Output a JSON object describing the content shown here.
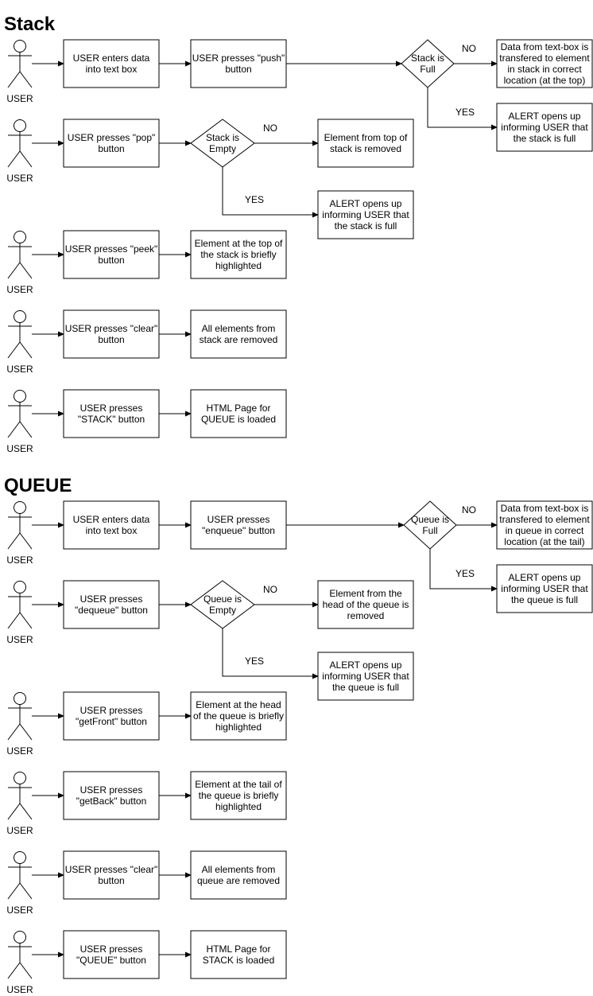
{
  "sections": [
    {
      "title": "Stack",
      "flows": [
        {
          "actor": "USER",
          "action": [
            "USER enters data",
            "into text box"
          ],
          "step": [
            "USER presses \"push\"",
            "button"
          ],
          "decision": [
            "Stack is",
            "Full"
          ],
          "no_label": "NO",
          "no_result": [
            "Data from text-box is",
            "transfered to element",
            "in stack in correct",
            "location (at the top)"
          ],
          "yes_label": "YES",
          "yes_result": [
            "ALERT opens up",
            "informing USER that",
            "the stack is full"
          ]
        },
        {
          "actor": "USER",
          "action": [
            "USER presses \"pop\"",
            "button"
          ],
          "decision": [
            "Stack is",
            "Empty"
          ],
          "no_label": "NO",
          "no_result": [
            "Element from top of",
            "stack is removed"
          ],
          "yes_label": "YES",
          "yes_result": [
            "ALERT opens up",
            "informing USER that",
            "the stack is full"
          ]
        },
        {
          "actor": "USER",
          "action": [
            "USER presses \"peek\"",
            "button"
          ],
          "result": [
            "Element at the top of",
            "the stack is briefly",
            "highlighted"
          ]
        },
        {
          "actor": "USER",
          "action": [
            "USER presses \"clear\"",
            "button"
          ],
          "result": [
            "All elements from",
            "stack are removed"
          ]
        },
        {
          "actor": "USER",
          "action": [
            "USER presses",
            "\"STACK\" button"
          ],
          "result": [
            "HTML Page for",
            "QUEUE is loaded"
          ]
        }
      ]
    },
    {
      "title": "QUEUE",
      "flows": [
        {
          "actor": "USER",
          "action": [
            "USER enters data",
            "into text box"
          ],
          "step": [
            "USER presses",
            "\"enqueue\" button"
          ],
          "decision": [
            "Queue is",
            "Full"
          ],
          "no_label": "NO",
          "no_result": [
            "Data from text-box is",
            "transfered to element",
            "in queue in correct",
            "location (at the tail)"
          ],
          "yes_label": "YES",
          "yes_result": [
            "ALERT opens up",
            "informing USER that",
            "the queue is full"
          ]
        },
        {
          "actor": "USER",
          "action": [
            "USER presses",
            "\"dequeue\" button"
          ],
          "decision": [
            "Queue is",
            "Empty"
          ],
          "no_label": "NO",
          "no_result": [
            "Element from the",
            "head of the queue is",
            "removed"
          ],
          "yes_label": "YES",
          "yes_result": [
            "ALERT opens up",
            "informing USER that",
            "the queue is full"
          ]
        },
        {
          "actor": "USER",
          "action": [
            "USER presses",
            "\"getFront\" button"
          ],
          "result": [
            "Element at the head",
            "of the queue is briefly",
            "highlighted"
          ]
        },
        {
          "actor": "USER",
          "action": [
            "USER presses",
            "\"getBack\" button"
          ],
          "result": [
            "Element at the tail of",
            "the queue is briefly",
            "highlighted"
          ]
        },
        {
          "actor": "USER",
          "action": [
            "USER presses \"clear\"",
            "button"
          ],
          "result": [
            "All elements from",
            "queue are removed"
          ]
        },
        {
          "actor": "USER",
          "action": [
            "USER presses",
            "\"QUEUE\" button"
          ],
          "result": [
            "HTML Page for",
            "STACK is loaded"
          ]
        }
      ]
    }
  ]
}
